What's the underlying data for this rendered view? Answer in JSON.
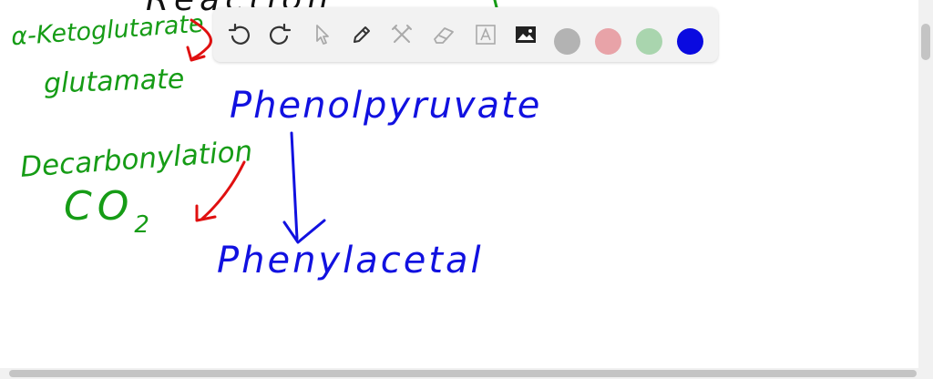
{
  "whiteboard": {
    "top_partial_text": "Reaction",
    "left_top_label": "α-Ketoglutarate",
    "left_mid_label": "glutamate",
    "decarb_label": "Decarbonylation",
    "co2_label": "CO",
    "co2_sub": "2",
    "main_compound": "Phenolpyruvate",
    "product_compound": "Phenylacetal"
  },
  "toolbar": {
    "tools": [
      "undo-icon",
      "redo-icon",
      "pointer-icon",
      "pen-icon",
      "tools-icon",
      "eraser-icon",
      "text-icon",
      "image-icon"
    ],
    "colors": {
      "gray": "#b3b3b3",
      "pink": "#e8a3a8",
      "light_green": "#a9d5ae",
      "blue": "#0a0ae0"
    }
  },
  "ink_colors": {
    "green": "#169c16",
    "blue": "#1111e0",
    "red": "#e01010"
  }
}
